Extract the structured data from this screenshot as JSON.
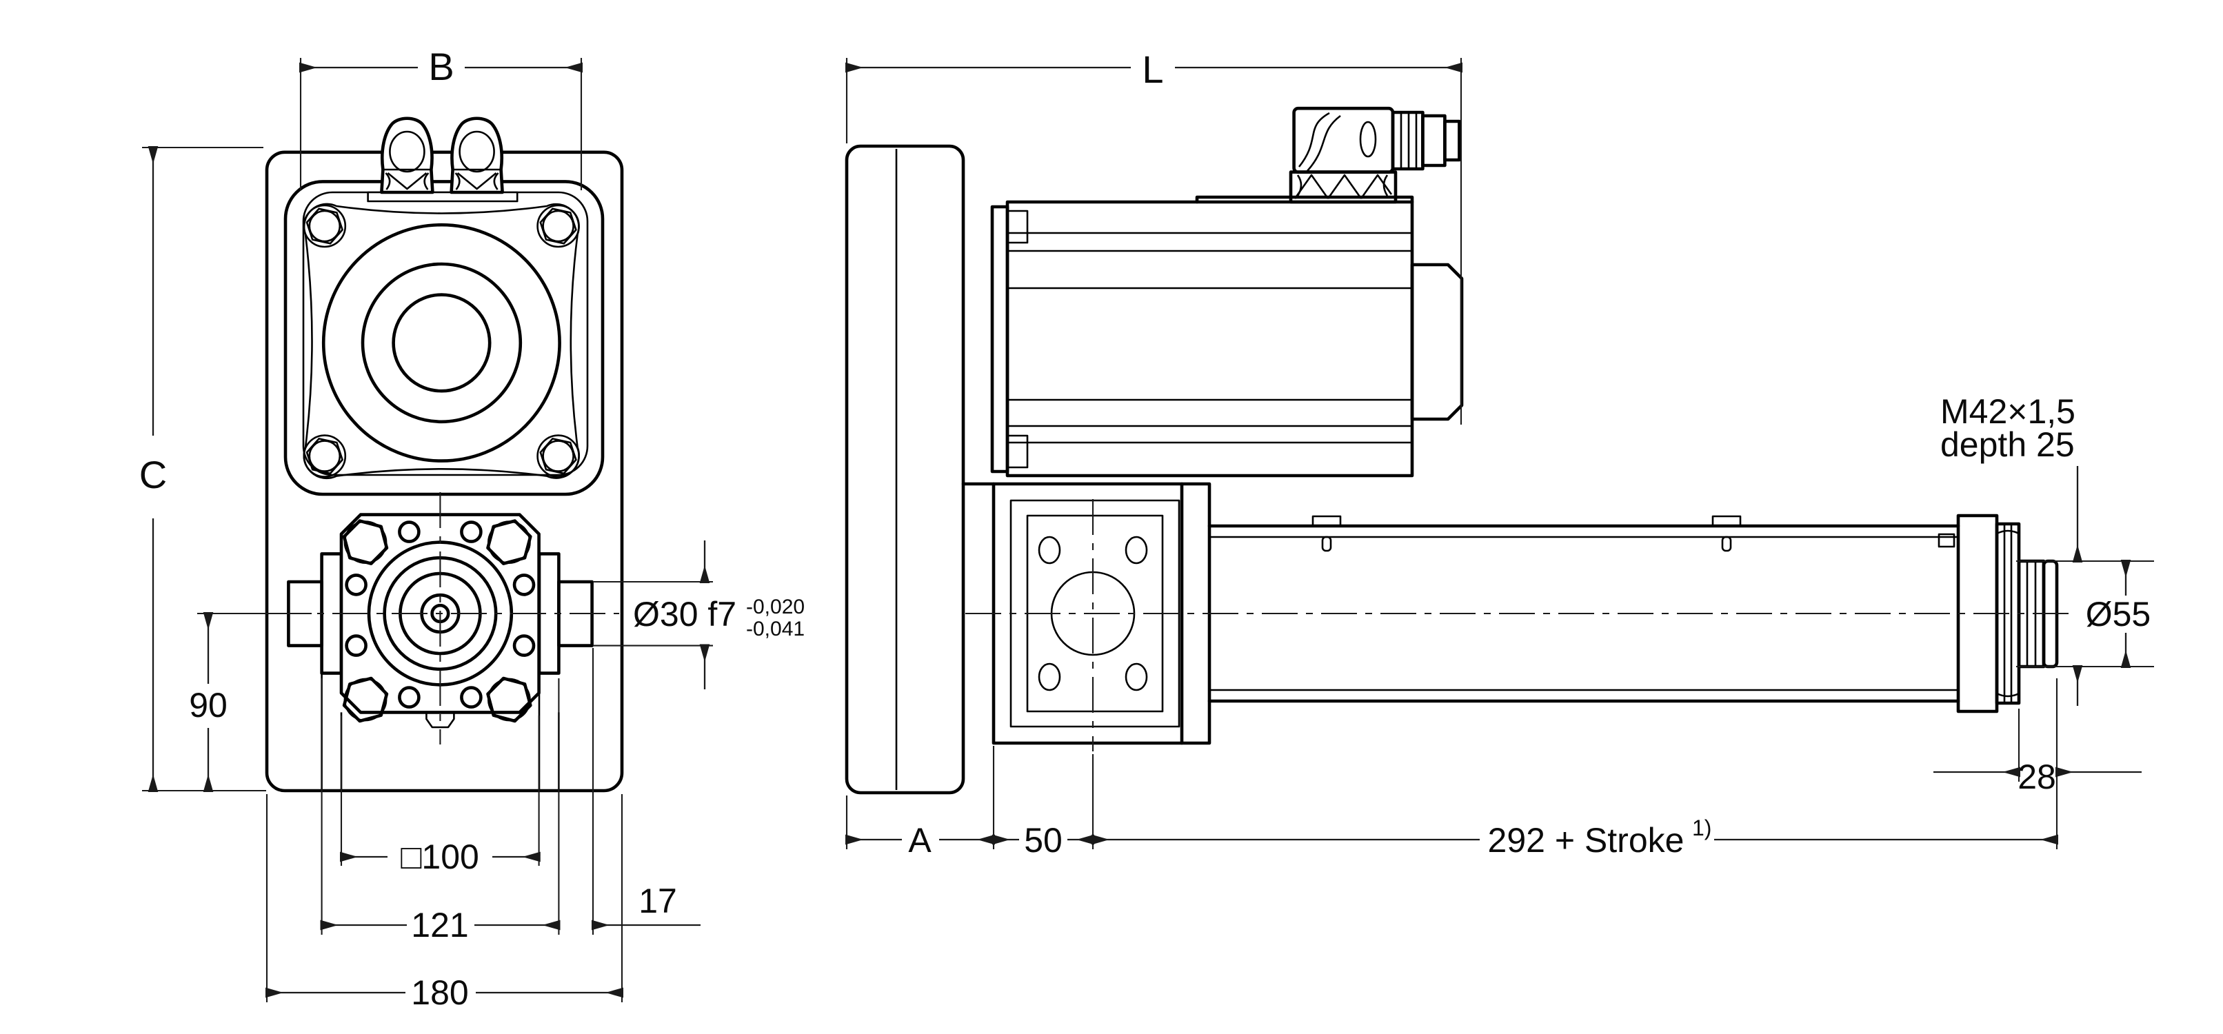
{
  "front": {
    "b": "B",
    "c": "C",
    "n90": "90",
    "sq100": "□100",
    "n121": "121",
    "n17": "17",
    "n180": "180",
    "shaft": "Ø30 f7",
    "tol_top": "-0,020",
    "tol_bot": "-0,041"
  },
  "side": {
    "l": "L",
    "a": "A",
    "n50": "50",
    "stroke_dim": "292 + Stroke",
    "stroke_sup": "1)",
    "n28": "28",
    "d55": "Ø55",
    "thread": "M42×1,5",
    "depth": "depth 25"
  }
}
